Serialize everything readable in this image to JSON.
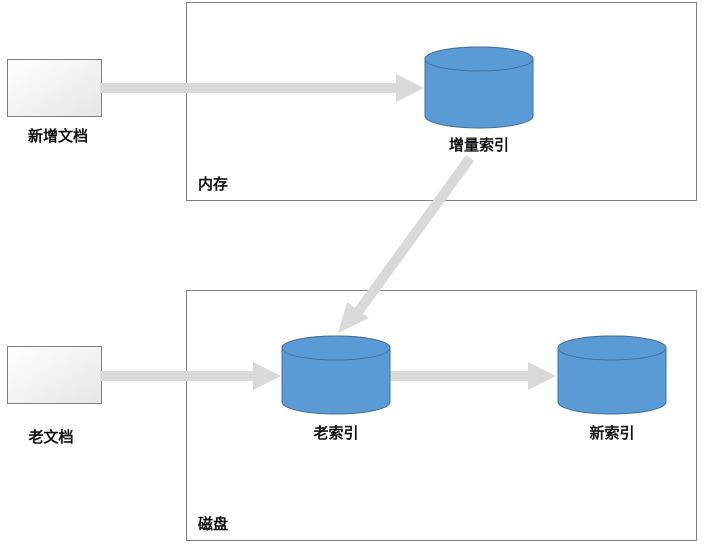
{
  "regions": {
    "memory": {
      "label": "内存"
    },
    "disk": {
      "label": "磁盘"
    }
  },
  "documents": {
    "new_doc": {
      "label": "新增文档"
    },
    "old_doc": {
      "label": "老文档"
    }
  },
  "indexes": {
    "incremental": {
      "label": "增量索引"
    },
    "old": {
      "label": "老索引"
    },
    "new": {
      "label": "新索引"
    }
  },
  "colors": {
    "cylinder_fill": "#5b9bd5",
    "cylinder_stroke": "#41719c",
    "arrow": "#d9d9d9",
    "region_border": "#7f7f7f"
  }
}
